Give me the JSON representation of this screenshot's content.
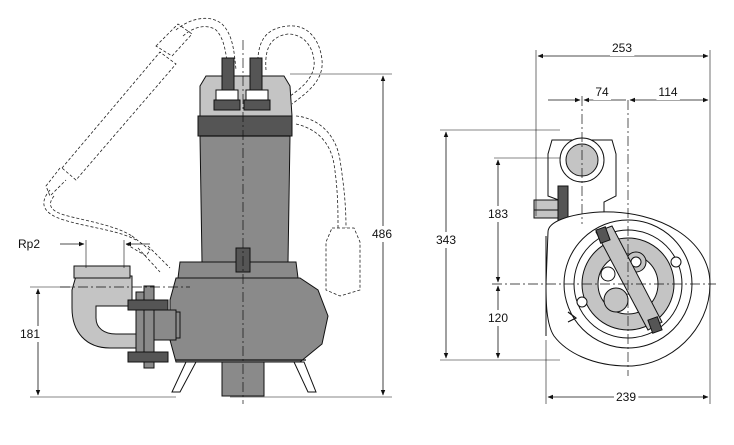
{
  "dimensions": {
    "rp": "Rp2",
    "height_total": "486",
    "height_outlet": "181",
    "width_total": "253",
    "offset_left": "74",
    "offset_right": "114",
    "depth_total": "343",
    "upper_part": "183",
    "lower_part": "120",
    "base_width": "239"
  }
}
